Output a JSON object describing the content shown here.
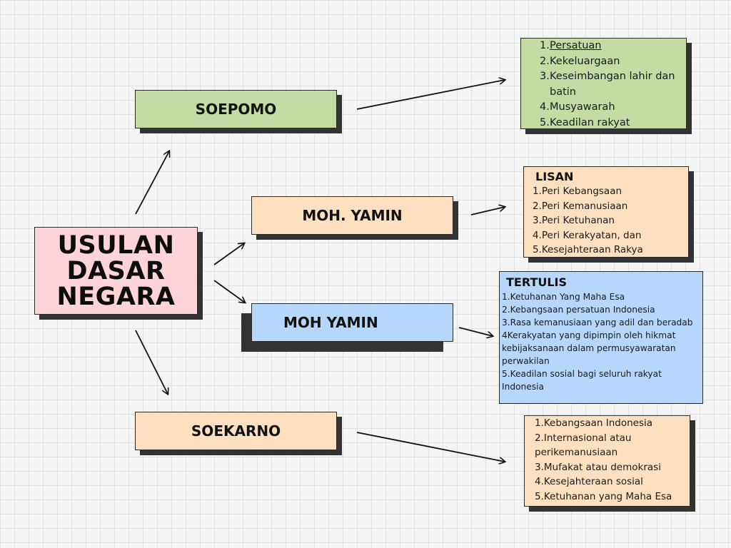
{
  "colors": {
    "green": "#c5dba4",
    "peach": "#fde0bf",
    "blue": "#b6d7fb",
    "pink": "#fed4d8",
    "shadow": "#333333"
  },
  "central": {
    "lines": [
      "USULAN",
      "DASAR",
      "NEGARA"
    ]
  },
  "nodes": {
    "soepomo": "SOEPOMO",
    "yamin_lisan": "MOH. YAMIN",
    "yamin_tertulis": "MOH YAMIN",
    "soekarno": "SOEKARNO"
  },
  "soepomo_list": {
    "items": [
      {
        "num": "1.",
        "text": "Persatuan"
      },
      {
        "num": "2.",
        "text": "Kekeluargaan"
      },
      {
        "num": "3.",
        "text": "Keseimbangan lahir dan batin"
      },
      {
        "num": "4.",
        "text": "Musyawarah"
      },
      {
        "num": "5.",
        "text": "Keadilan rakyat"
      }
    ]
  },
  "lisan_list": {
    "title": "LISAN",
    "items": [
      "1.Peri Kebangsaan",
      "2.Peri Kemanusiaan",
      "3.Peri Ketuhanan",
      "4.Peri Kerakyatan, dan",
      "5.Kesejahteraan Rakya"
    ]
  },
  "tertulis_list": {
    "title": "TERTULIS",
    "items": [
      "1.Ketuhanan Yang Maha Esa",
      "2.Kebangsaan persatuan Indonesia",
      "3.Rasa kemanusiaan yang adil dan beradab",
      "4Kerakyatan yang dipimpin oleh hikmat kebijaksanaan dalam permusyawaratan perwakilan",
      "5.Keadilan sosial bagi seluruh rakyat Indonesia"
    ]
  },
  "soekarno_list": {
    "items": [
      "1.Kebangsaan Indonesia",
      "2.Internasional atau perikemanusiaan",
      "3.Mufakat atau demokrasi",
      "4.Kesejahteraan sosial",
      "5.Ketuhanan yang Maha Esa"
    ]
  }
}
